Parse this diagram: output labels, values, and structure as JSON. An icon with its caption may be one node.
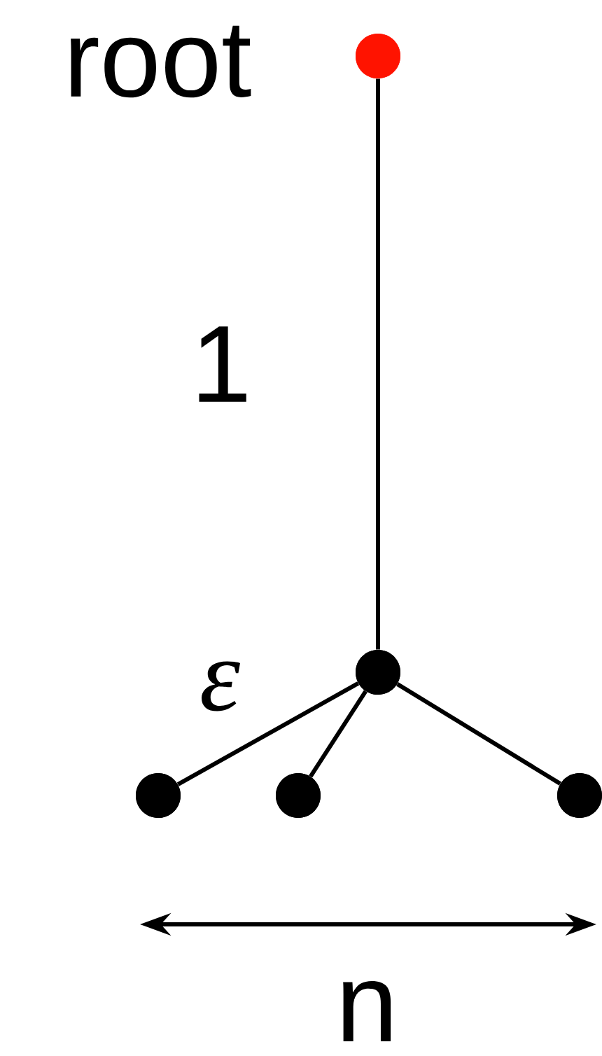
{
  "diagram": {
    "nodes": [
      {
        "text": [],
        "shape": "circle",
        "beside": [
          "root"
        ]
      },
      {
        "text": [],
        "shape": "circle"
      },
      {
        "text": [],
        "shape": "circle"
      },
      {
        "text": [],
        "shape": "circle"
      },
      {
        "text": [],
        "shape": "circle"
      }
    ],
    "edges": [
      {
        "from": 0,
        "to": 1,
        "arrow": "none",
        "label": "1"
      },
      {
        "from": 1,
        "to": 2,
        "arrow": "none"
      },
      {
        "from": 1,
        "to": 3,
        "arrow": "none"
      },
      {
        "from": 1,
        "to": 4,
        "arrow": "none"
      }
    ],
    "labels": [
      "ε",
      "n"
    ]
  }
}
